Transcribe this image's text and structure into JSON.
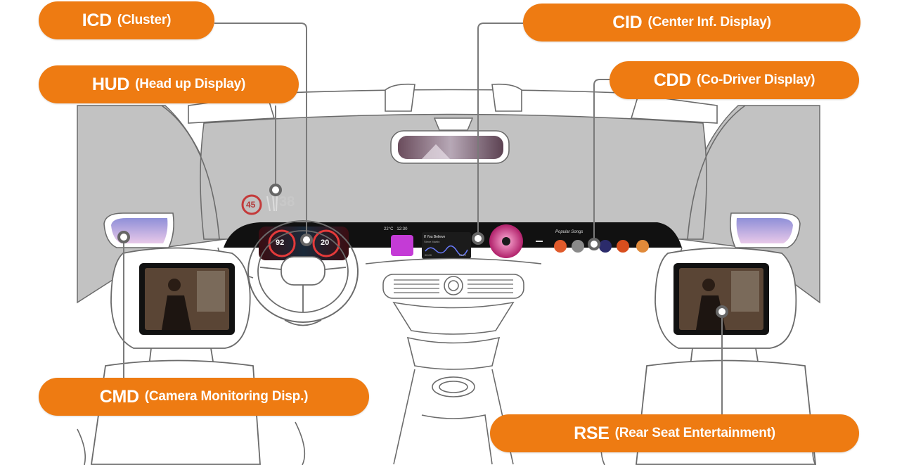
{
  "callouts": {
    "icd": {
      "abbr": "ICD",
      "full": "(Cluster)"
    },
    "hud": {
      "abbr": "HUD",
      "full": "(Head up Display)"
    },
    "cid": {
      "abbr": "CID",
      "full": "(Center Inf. Display)"
    },
    "cdd": {
      "abbr": "CDD",
      "full": "(Co-Driver Display)"
    },
    "cmd": {
      "abbr": "CMD",
      "full": "(Camera Monitoring Disp.)"
    },
    "rse": {
      "abbr": "RSE",
      "full": "(Rear Seat Entertainment)"
    }
  },
  "hud": {
    "speed_limit": "45",
    "speed": "38"
  },
  "cluster": {
    "left_gauge": "92",
    "right_gauge": "20"
  },
  "center_display": {
    "status": "22°C   12:30",
    "track_title": "If You Believe",
    "track_artist": "Steve Martin",
    "time_start": "00:00",
    "time_end": "03:22",
    "playlist_label": "Popular Songs"
  },
  "colors": {
    "accent": "#ee7b12",
    "line": "#7a7a7a",
    "glass": "#c2c2c2"
  }
}
